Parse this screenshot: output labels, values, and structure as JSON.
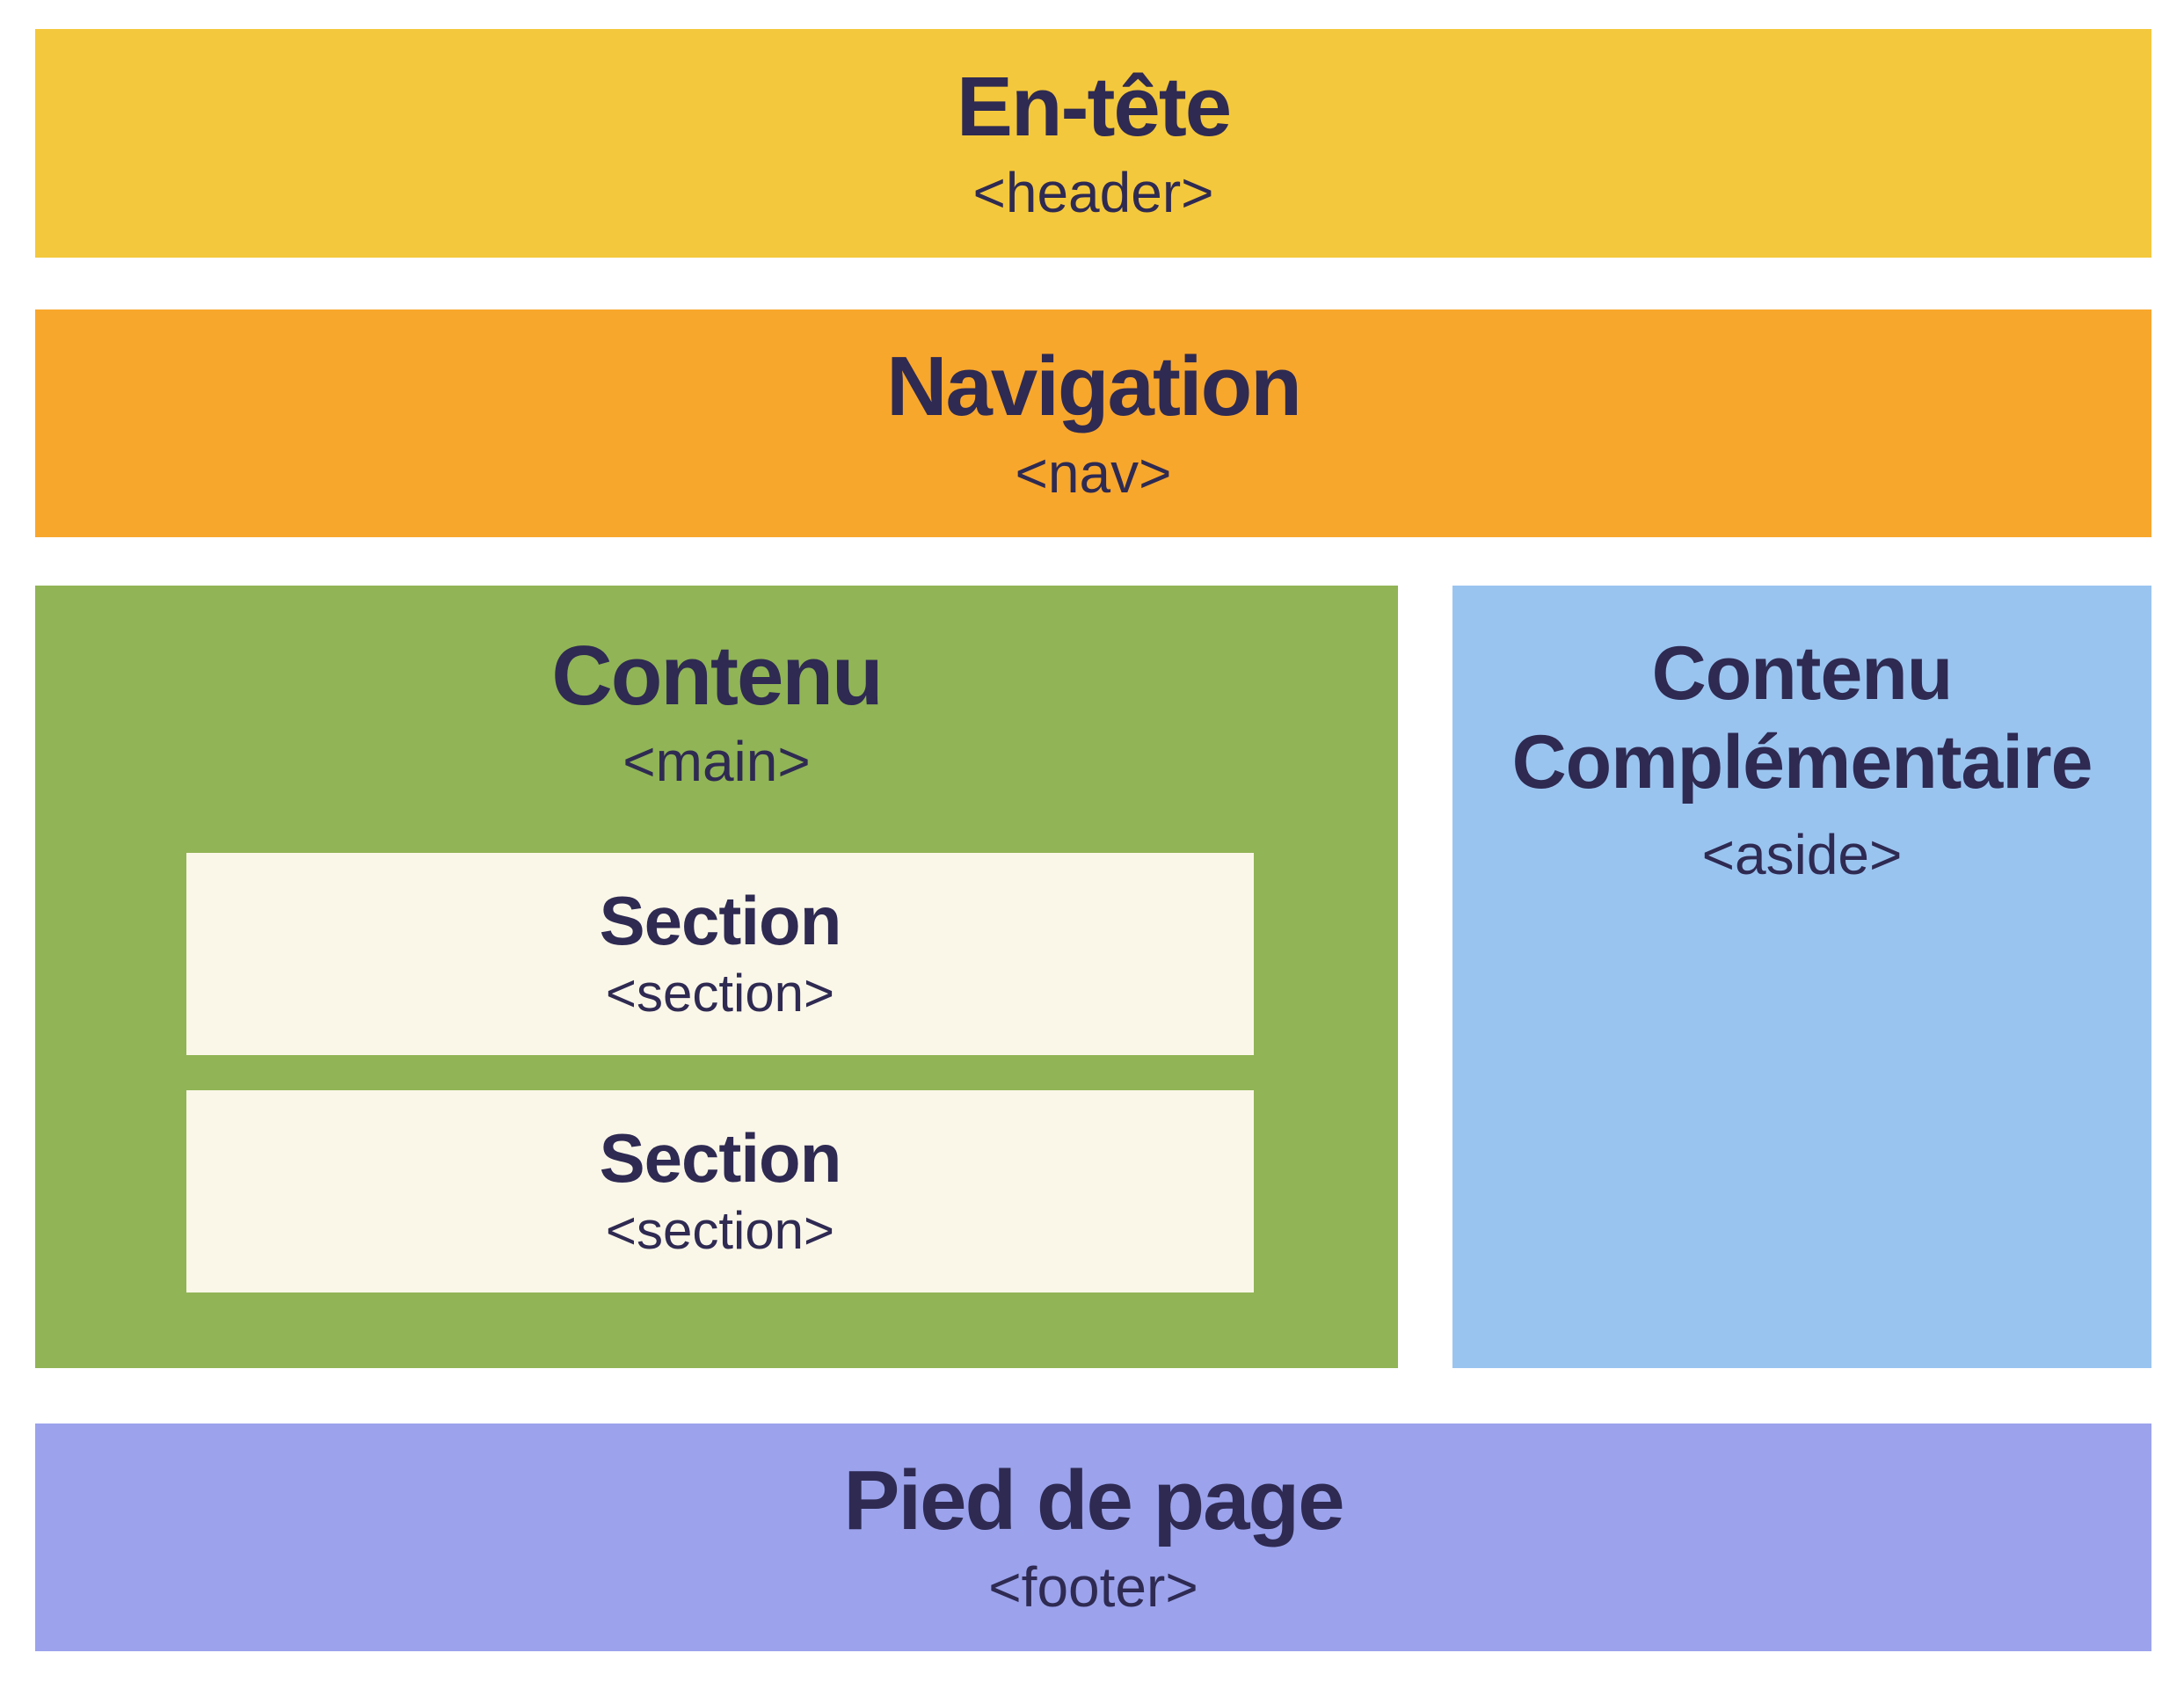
{
  "diagram": {
    "description_language": "fr",
    "text_color": "#2E2A52",
    "background_color": "#FFFFFF"
  },
  "header": {
    "title": "En-tête",
    "tag": "<header>",
    "color": "#F4C83C"
  },
  "nav": {
    "title": "Navigation",
    "tag": "<nav>",
    "color": "#F8A72D"
  },
  "main": {
    "title": "Contenu",
    "tag": "<main>",
    "color": "#91B456",
    "section_color": "#FBF7E8",
    "sections": [
      {
        "title": "Section",
        "tag": "<section>"
      },
      {
        "title": "Section",
        "tag": "<section>"
      }
    ]
  },
  "aside": {
    "title": "Contenu Complémentaire",
    "tag": "<aside>",
    "color": "#9AC4F0"
  },
  "footer": {
    "title": "Pied de page",
    "tag": "<footer>",
    "color": "#9CA3EC"
  }
}
